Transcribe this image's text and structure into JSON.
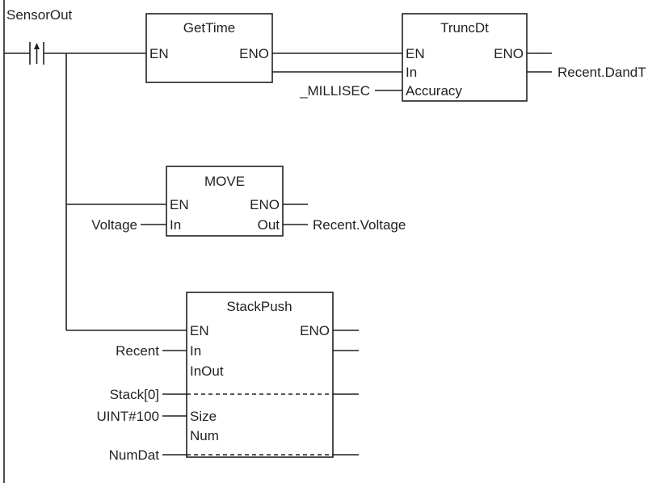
{
  "contact": {
    "label": "SensorOut"
  },
  "get_time": {
    "title": "GetTime",
    "en": "EN",
    "eno": "ENO"
  },
  "trunc_dt": {
    "title": "TruncDt",
    "en": "EN",
    "eno": "ENO",
    "in": "In",
    "accuracy": "Accuracy",
    "accuracy_arg": "_MILLISEC",
    "output_var": "Recent.DandT"
  },
  "move": {
    "title": "MOVE",
    "en": "EN",
    "eno": "ENO",
    "in": "In",
    "out": "Out",
    "in_arg": "Voltage",
    "out_var": "Recent.Voltage"
  },
  "stack_push": {
    "title": "StackPush",
    "en": "EN",
    "eno": "ENO",
    "in": "In",
    "inout": "InOut",
    "size": "Size",
    "num": "Num",
    "in_arg": "Recent",
    "inout_arg": "Stack[0]",
    "size_arg": "UINT#100",
    "num_arg": "NumDat"
  }
}
